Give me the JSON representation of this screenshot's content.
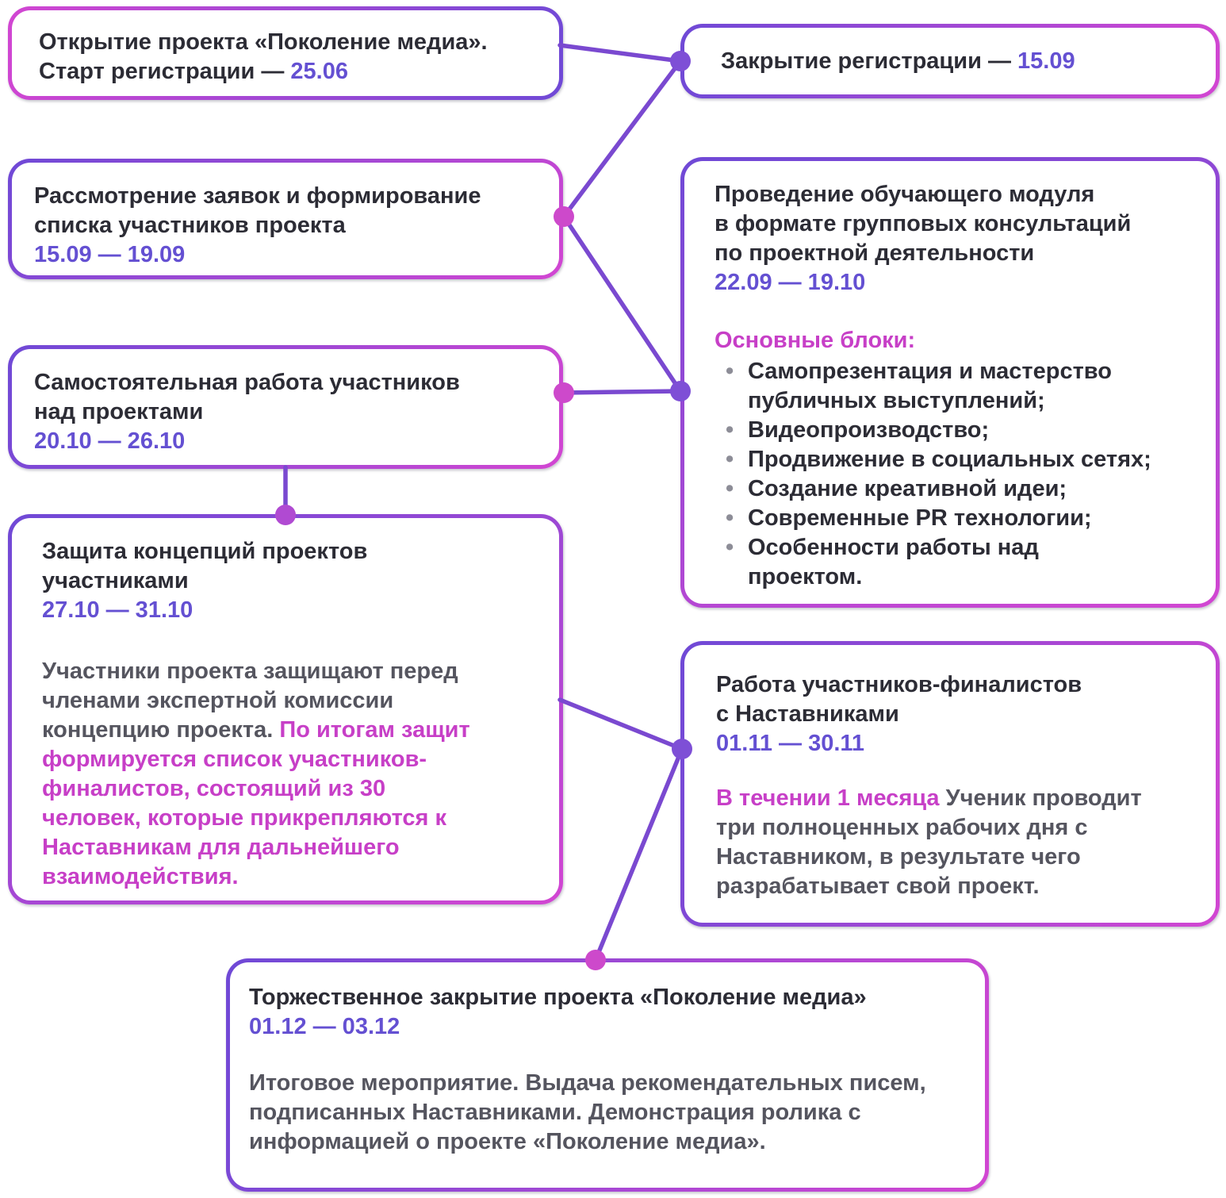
{
  "colors": {
    "purple": "#6450d2",
    "pink": "#c73fc7",
    "dark": "#2c2c35",
    "gray": "#55555f",
    "bullet": "#8d8d97",
    "line": "#7a49d0",
    "dot_purple": "#7e4fd6",
    "dot_pink": "#cd49cb",
    "dot_magenta": "#b04ad2",
    "border_purple": "#6f49d6",
    "border_pink": "#d246d2"
  },
  "boxes": {
    "opening": {
      "title": "Открытие проекта «Поколение медиа».",
      "subtitle_prefix": "Старт регистрации — ",
      "date": "25.06"
    },
    "registration_close": {
      "title_prefix": "Закрытие регистрации — ",
      "date": "15.09"
    },
    "applications": {
      "title": "Рассмотрение заявок и формирование списка участников проекта",
      "date": "15.09 — 19.09"
    },
    "training": {
      "title": "Проведение обучающего модуля в формате групповых консультаций по проектной деятельности",
      "date": "22.09 — 19.10",
      "blocks_heading": "Основные блоки:",
      "blocks": [
        "Самопрезентация и мастерство публичных выступлений;",
        "Видеопроизводство;",
        "Продвижение в социальных сетях;",
        "Создание креативной идеи;",
        "Современные PR технологии;",
        "Особенности работы над проектом."
      ]
    },
    "independent_work": {
      "title": "Самостоятельная работа участников над проектами",
      "date": "20.10 — 26.10"
    },
    "defense": {
      "title": "Защита концепций проектов участниками",
      "date": "27.10 — 31.10",
      "body": "Участники проекта защищают перед членами экспертной комиссии концепцию проекта. ",
      "body_highlight": "По итогам защит формируется список участников-финалистов, состоящий из 30 человек, которые прикрепляются к Наставникам для дальнейшего взаимодействия."
    },
    "mentors": {
      "title": "Работа участников-финалистов с Наставниками",
      "date": "01.11 — 30.11",
      "lead": "В течении 1 месяца",
      "body": " Ученик проводит три полноценных рабочих дня с Наставником, в результате чего разрабатывает свой проект."
    },
    "closing": {
      "title": "Торжественное закрытие проекта «Поколение медиа»",
      "date": "01.12 — 03.12",
      "body": "Итоговое мероприятие. Выдача рекомендательных писем, подписанных Наставниками. Демонстрация ролика с информацией о проекте «Поколение медиа»."
    }
  }
}
